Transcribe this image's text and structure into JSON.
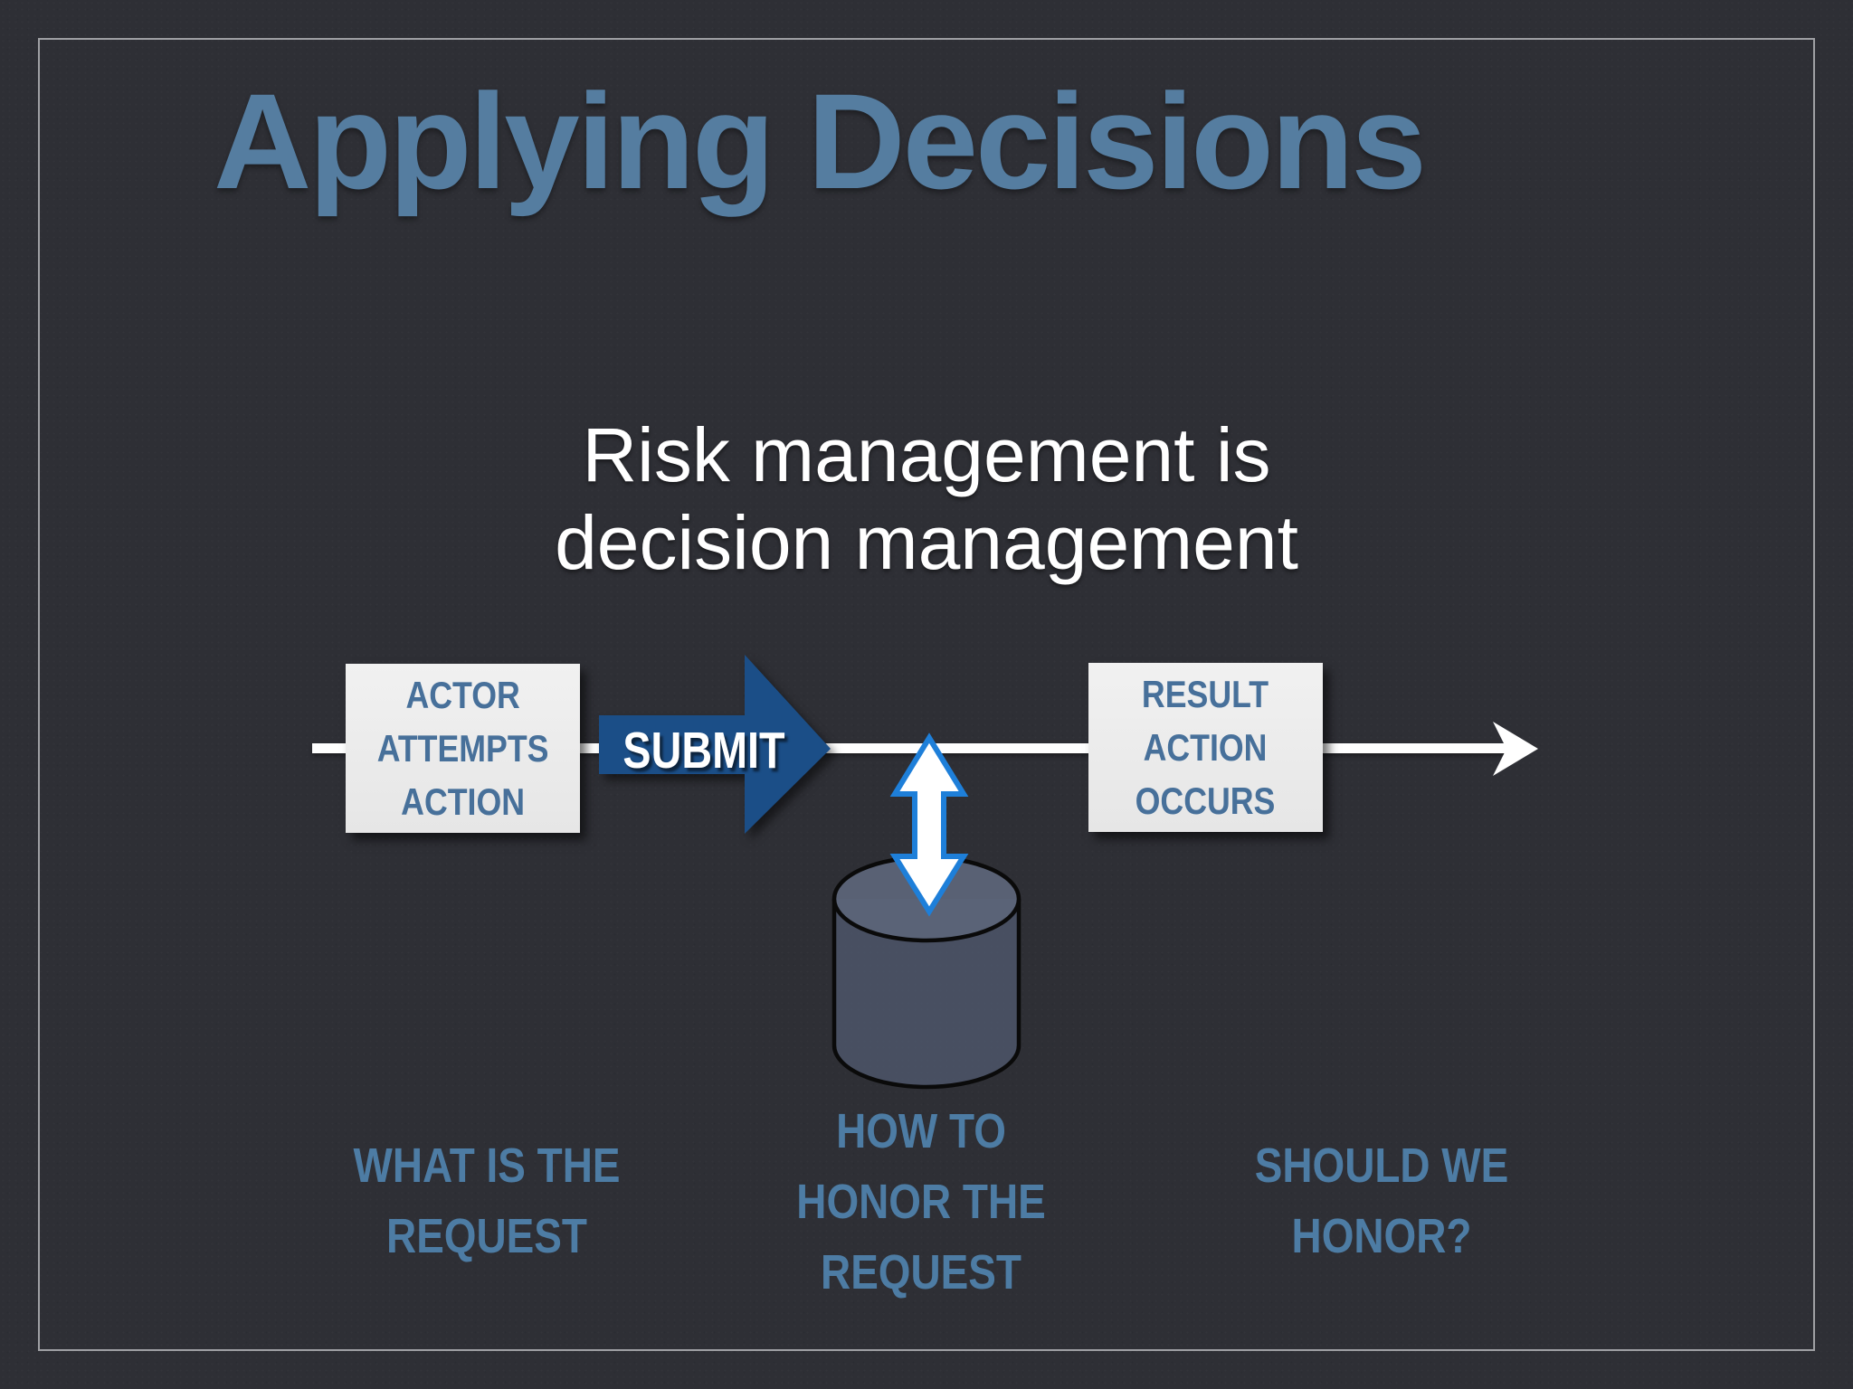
{
  "slide": {
    "title": "Applying Decisions",
    "statement": {
      "line1": "Risk management is",
      "line2": "decision management"
    },
    "flow": {
      "actor_box": {
        "line1": "ACTOR",
        "line2": "ATTEMPTS",
        "line3": "ACTION"
      },
      "submit_label": "SUBMIT",
      "result_box": {
        "line1": "RESULT",
        "line2": "ACTION",
        "line3": "OCCURS"
      },
      "icons": {
        "timeline": "right-arrow-line",
        "submit": "big-right-arrow",
        "exchange": "up-down-double-arrow",
        "datastore": "database-cylinder"
      }
    },
    "captions": {
      "left": {
        "line1": "WHAT IS THE",
        "line2": "REQUEST"
      },
      "center": {
        "line1": "HOW TO",
        "line2": "HONOR THE",
        "line3": "REQUEST"
      },
      "right": {
        "line1": "SHOULD WE",
        "line2": "HONOR?"
      }
    },
    "colors": {
      "background": "#2e2f35",
      "frame_border": "#9fa0a4",
      "title_blue": "#557da0",
      "caption_blue": "#4d7ca4",
      "box_text_blue": "#47709a",
      "box_background": "#e9e9e9",
      "submit_arrow_blue": "#1b4e87",
      "exchange_arrow_outline": "#1e7fd9",
      "line_white": "#ffffff",
      "cylinder_fill": "#4c5468"
    }
  }
}
